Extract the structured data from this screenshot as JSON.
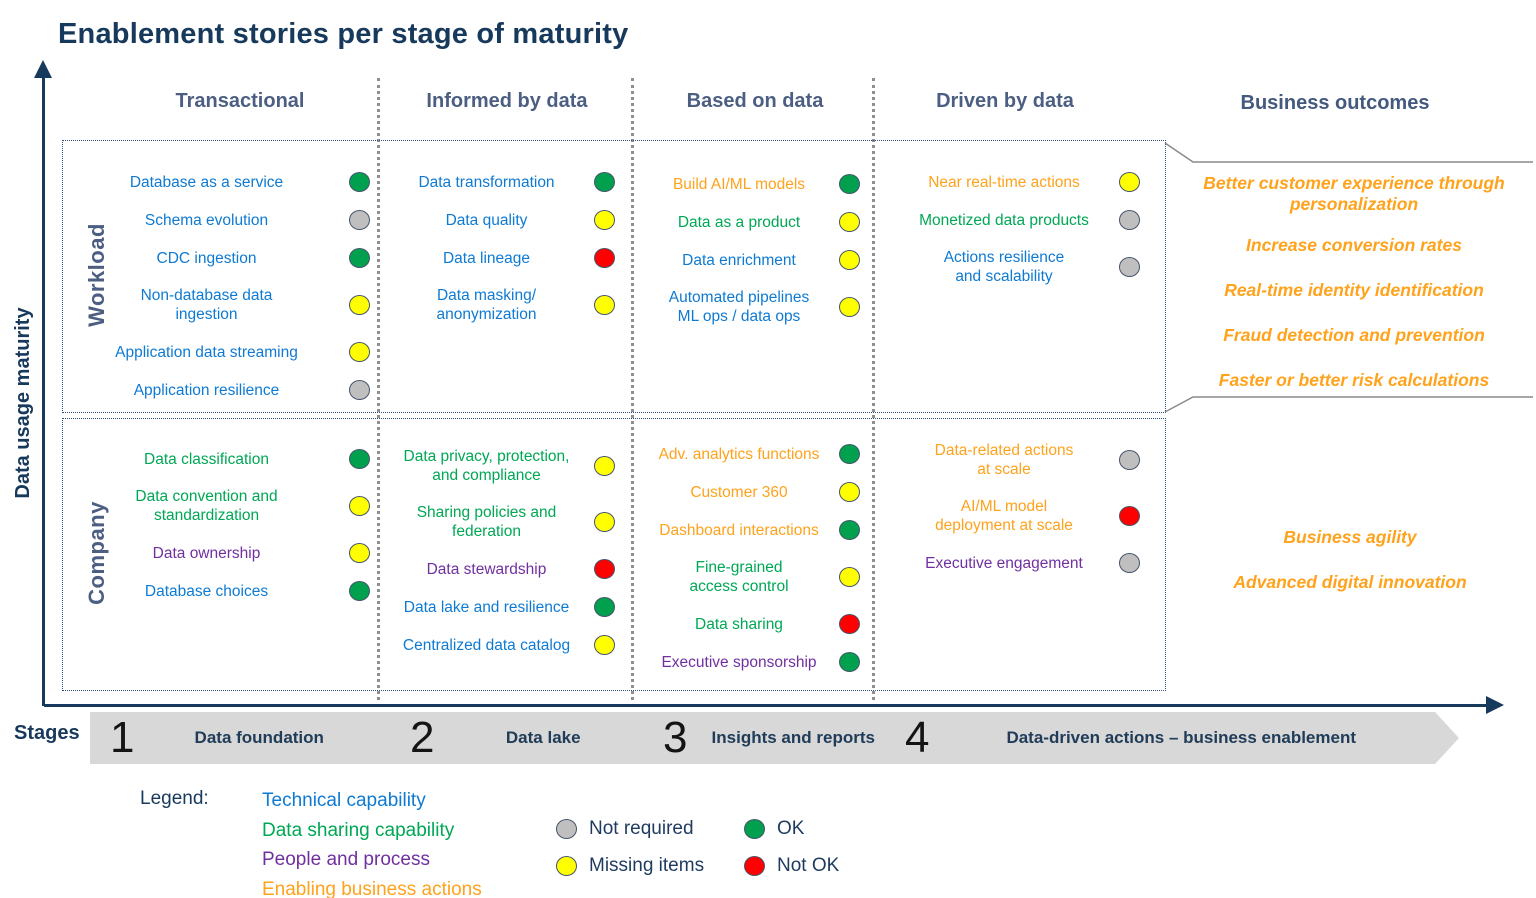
{
  "title": "Enablement stories per stage of maturity",
  "y_axis_label": "Data usage maturity",
  "business_outcomes_header": "Business outcomes",
  "colors": {
    "title": "#17395C",
    "header": "#4C5F82",
    "categories": {
      "technical": "#0E7AD3",
      "sharing": "#00A755",
      "people": "#7030A0",
      "business": "#FFA21C"
    },
    "statuses": {
      "ok": "#00A04E",
      "missing": "#FFFF00",
      "not_required": "#BFBFBF",
      "not_ok": "#FF0000"
    },
    "outcome_text": "#FFA21C",
    "stage_fill": "#D8D8D8"
  },
  "columns": [
    {
      "label": "Transactional"
    },
    {
      "label": "Informed by data"
    },
    {
      "label": "Based on data"
    },
    {
      "label": "Driven by data"
    }
  ],
  "rows": [
    {
      "label": "Workload",
      "cells": {
        "transactional": [
          {
            "label": "Database as a service",
            "category": "technical",
            "status": "ok"
          },
          {
            "label": "Schema evolution",
            "category": "technical",
            "status": "not_required"
          },
          {
            "label": "CDC ingestion",
            "category": "technical",
            "status": "ok"
          },
          {
            "label": "Non-database data\ningestion",
            "category": "technical",
            "status": "missing"
          },
          {
            "label": "Application data streaming",
            "category": "technical",
            "status": "missing"
          },
          {
            "label": "Application resilience",
            "category": "technical",
            "status": "not_required"
          }
        ],
        "informed": [
          {
            "label": "Data transformation",
            "category": "technical",
            "status": "ok"
          },
          {
            "label": "Data quality",
            "category": "technical",
            "status": "missing"
          },
          {
            "label": "Data lineage",
            "category": "technical",
            "status": "not_ok"
          },
          {
            "label": "Data masking/\nanonymization",
            "category": "technical",
            "status": "missing"
          }
        ],
        "based": [
          {
            "label": "Build AI/ML models",
            "category": "business",
            "status": "ok"
          },
          {
            "label": "Data as a product",
            "category": "sharing",
            "status": "missing"
          },
          {
            "label": "Data enrichment",
            "category": "technical",
            "status": "missing"
          },
          {
            "label": "Automated pipelines\nML ops / data ops",
            "category": "technical",
            "status": "missing"
          }
        ],
        "driven": [
          {
            "label": "Near real-time actions",
            "category": "business",
            "status": "missing"
          },
          {
            "label": "Monetized data products",
            "category": "sharing",
            "status": "not_required"
          },
          {
            "label": "Actions resilience\nand scalability",
            "category": "technical",
            "status": "not_required"
          }
        ]
      },
      "outcomes": [
        "Better customer experience through\npersonalization",
        "Increase conversion rates",
        "Real-time identity identification",
        "Fraud detection and prevention",
        "Faster or better risk calculations"
      ]
    },
    {
      "label": "Company",
      "cells": {
        "transactional": [
          {
            "label": "Data classification",
            "category": "sharing",
            "status": "ok"
          },
          {
            "label": "Data convention and\nstandardization",
            "category": "sharing",
            "status": "missing"
          },
          {
            "label": "Data ownership",
            "category": "people",
            "status": "missing"
          },
          {
            "label": "Database choices",
            "category": "technical",
            "status": "ok"
          }
        ],
        "informed": [
          {
            "label": "Data privacy, protection,\nand compliance",
            "category": "sharing",
            "status": "missing"
          },
          {
            "label": "Sharing policies and\nfederation",
            "category": "sharing",
            "status": "missing"
          },
          {
            "label": "Data stewardship",
            "category": "people",
            "status": "not_ok"
          },
          {
            "label": "Data lake and resilience",
            "category": "technical",
            "status": "ok"
          },
          {
            "label": "Centralized data catalog",
            "category": "technical",
            "status": "missing"
          }
        ],
        "based": [
          {
            "label": "Adv. analytics functions",
            "category": "business",
            "status": "ok"
          },
          {
            "label": "Customer 360",
            "category": "business",
            "status": "missing"
          },
          {
            "label": "Dashboard interactions",
            "category": "business",
            "status": "ok"
          },
          {
            "label": "Fine-grained\naccess control",
            "category": "sharing",
            "status": "missing"
          },
          {
            "label": "Data sharing",
            "category": "sharing",
            "status": "not_ok"
          },
          {
            "label": "Executive sponsorship",
            "category": "people",
            "status": "ok"
          }
        ],
        "driven": [
          {
            "label": "Data-related actions\nat scale",
            "category": "business",
            "status": "not_required"
          },
          {
            "label": "AI/ML model\ndeployment at scale",
            "category": "business",
            "status": "not_ok"
          },
          {
            "label": "Executive engagement",
            "category": "people",
            "status": "not_required"
          }
        ]
      },
      "outcomes": [
        "Business agility",
        "Advanced digital innovation"
      ]
    }
  ],
  "stages": {
    "label": "Stages",
    "items": [
      {
        "number": "1",
        "name": "Data foundation"
      },
      {
        "number": "2",
        "name": "Data lake"
      },
      {
        "number": "3",
        "name": "Insights and reports"
      },
      {
        "number": "4",
        "name": "Data-driven actions – business enablement"
      }
    ]
  },
  "legend": {
    "label": "Legend:",
    "categories": [
      {
        "label": "Technical capability",
        "category": "technical"
      },
      {
        "label": "Data sharing capability",
        "category": "sharing"
      },
      {
        "label": "People and process",
        "category": "people"
      },
      {
        "label": "Enabling business actions",
        "category": "business"
      }
    ],
    "statuses": [
      {
        "label": "Not required",
        "status": "not_required"
      },
      {
        "label": "OK",
        "status": "ok"
      },
      {
        "label": "Missing items",
        "status": "missing"
      },
      {
        "label": "Not OK",
        "status": "not_ok"
      }
    ]
  }
}
